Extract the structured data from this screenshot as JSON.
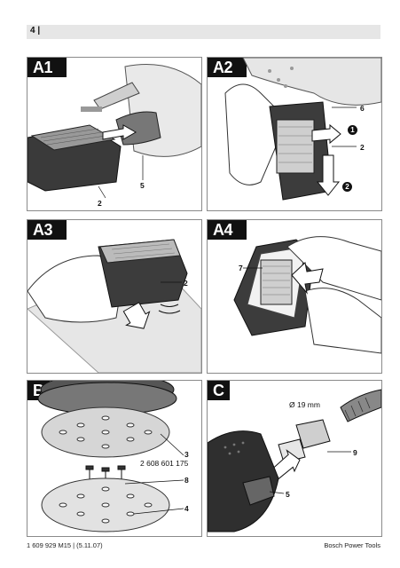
{
  "header": {
    "page_number": "4 |"
  },
  "panels": {
    "A1": {
      "label": "A1",
      "callouts": [
        "2",
        "5"
      ]
    },
    "A2": {
      "label": "A2",
      "callouts": [
        "6",
        "2"
      ],
      "steps": [
        "1",
        "2"
      ]
    },
    "A3": {
      "label": "A3",
      "callouts": [
        "2"
      ]
    },
    "A4": {
      "label": "A4",
      "callouts": [
        "7"
      ]
    },
    "B": {
      "label": "B",
      "callouts": [
        "3",
        "2 608 601 175",
        "8",
        "4"
      ]
    },
    "C": {
      "label": "C",
      "callouts": [
        "Ø 19 mm",
        "9",
        "5"
      ]
    }
  },
  "footer": {
    "left": "1 609 929 M15 | (5.11.07)",
    "right": "Bosch Power Tools"
  }
}
